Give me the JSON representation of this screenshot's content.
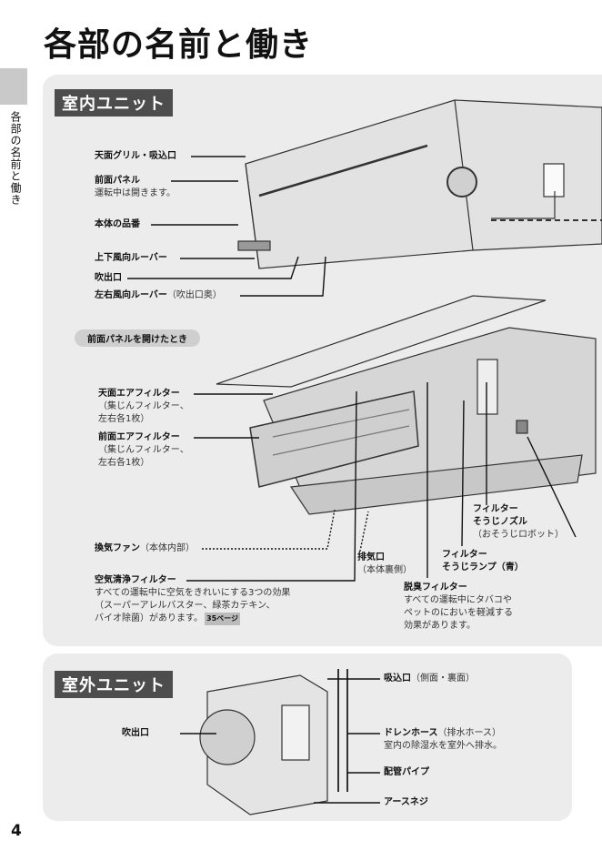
{
  "page": {
    "title": "各部の名前と働き",
    "side_label": "各部の名前と働き",
    "page_number": "4"
  },
  "indoor": {
    "heading": "室内ユニット",
    "open_panel_label": "前面パネルを開けたとき",
    "labels": {
      "top_grille": "天面グリル・吸込口",
      "front_panel": "前面パネル",
      "front_panel_note": "運転中は開きます。",
      "model": "本体の品番",
      "vertical_louver": "上下風向ルーバー",
      "outlet": "吹出口",
      "horizontal_louver": "左右風向ルーバー",
      "horizontal_louver_note": "（吹出口奥）",
      "top_filter": "天面エアフィルター",
      "top_filter_note1": "（集じんフィルター、",
      "top_filter_note2": "左右各1枚）",
      "front_filter": "前面エアフィルター",
      "front_filter_note1": "（集じんフィルター、",
      "front_filter_note2": "左右各1枚）",
      "vent_fan": "換気ファン",
      "vent_fan_note": "（本体内部）",
      "exhaust": "排気口",
      "exhaust_note": "（本体裏側）",
      "purify_filter": "空気清浄フィルター",
      "purify_note1": "すべての運転中に空気をきれいにする3つの効果",
      "purify_note2": "（スーパーアレルバスター、緑茶カテキン、",
      "purify_note3": "バイオ除菌）があります。",
      "purify_ref": "35ページ",
      "deodor_filter": "脱臭フィルター",
      "deodor_note1": "すべての運転中にタバコや",
      "deodor_note2": "ペットのにおいを軽減する",
      "deodor_note3": "効果があります。",
      "nozzle1": "フィルター",
      "nozzle2": "そうじノズル",
      "nozzle_note": "（おそうじロボット）",
      "lamp1": "フィルター",
      "lamp2": "そうじランプ（青）"
    }
  },
  "outdoor": {
    "heading": "室外ユニット",
    "labels": {
      "outlet": "吹出口",
      "intake": "吸込口",
      "intake_note": "（側面・裏面）",
      "drain": "ドレンホース",
      "drain_note": "（排水ホース）",
      "drain_desc": "室内の除湿水を室外へ排水。",
      "pipe": "配管パイプ",
      "ground": "アースネジ"
    }
  }
}
